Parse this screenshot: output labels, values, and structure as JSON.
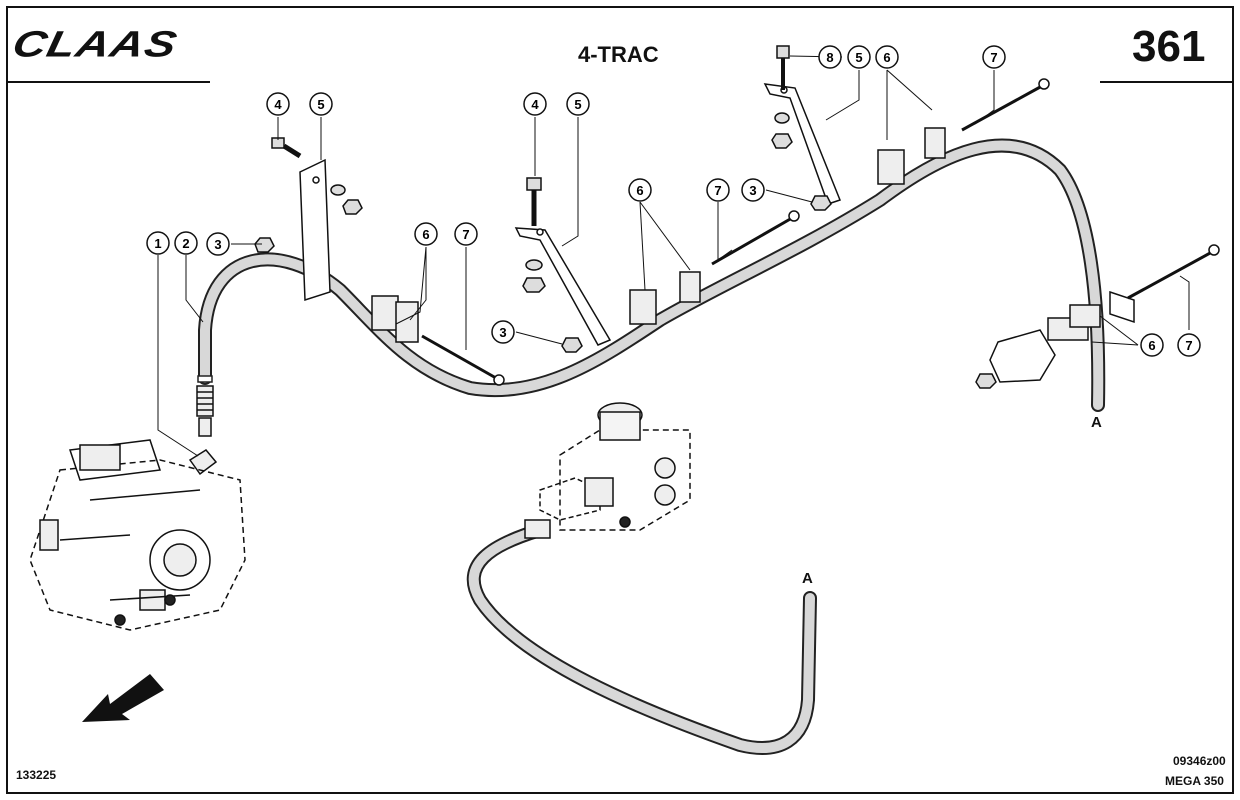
{
  "header": {
    "logo_text": "CLAAS",
    "title": "4-TRAC",
    "page_number": "361"
  },
  "footer": {
    "left_code": "133225",
    "right_code": "09346z00",
    "model": "MEGA 350"
  },
  "connection_marker": "A",
  "callouts": [
    {
      "id": "c1",
      "label": "1"
    },
    {
      "id": "c2",
      "label": "2"
    },
    {
      "id": "c3a",
      "label": "3"
    },
    {
      "id": "c4a",
      "label": "4"
    },
    {
      "id": "c5a",
      "label": "5"
    },
    {
      "id": "c6a",
      "label": "6"
    },
    {
      "id": "c7a",
      "label": "7"
    },
    {
      "id": "c3b",
      "label": "3"
    },
    {
      "id": "c4b",
      "label": "4"
    },
    {
      "id": "c5b",
      "label": "5"
    },
    {
      "id": "c6b",
      "label": "6"
    },
    {
      "id": "c7b",
      "label": "7"
    },
    {
      "id": "c3c",
      "label": "3"
    },
    {
      "id": "c8",
      "label": "8"
    },
    {
      "id": "c5c",
      "label": "5"
    },
    {
      "id": "c6c",
      "label": "6"
    },
    {
      "id": "c7c",
      "label": "7"
    },
    {
      "id": "c6d",
      "label": "6"
    },
    {
      "id": "c7d",
      "label": "7"
    }
  ]
}
